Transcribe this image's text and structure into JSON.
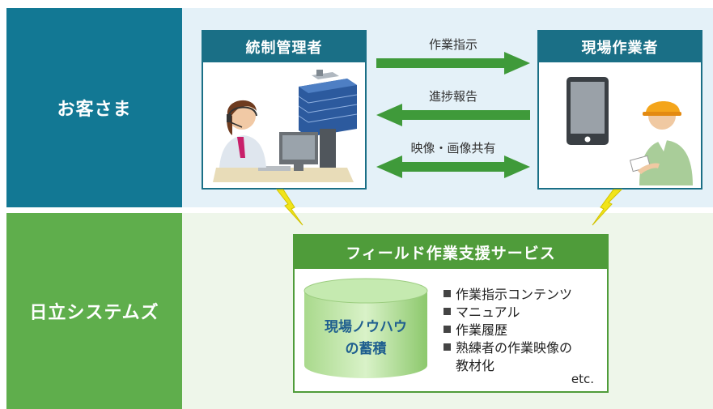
{
  "customer_band": {
    "label": "お客さま"
  },
  "hitachi_band": {
    "label": "日立システムズ"
  },
  "manager_box": {
    "title": "統制管理者"
  },
  "worker_box": {
    "title": "現場作業者"
  },
  "arrows": {
    "instruction": "作業指示",
    "progress": "進捗報告",
    "sharing": "映像・画像共有"
  },
  "service": {
    "title": "フィールド作業支援サービス",
    "cylinder_line1": "現場ノウハウ",
    "cylinder_line2": "の蓄積",
    "items": [
      "作業指示コンテンツ",
      "マニュアル",
      "作業履歴",
      "熟練者の作業映像の"
    ],
    "item4_cont": "教材化",
    "etc": "etc."
  },
  "colors": {
    "teal": "#127894",
    "teal_dark": "#1a6f86",
    "green_band": "#5fae4c",
    "green_dark": "#4f9c3a",
    "arrow_green": "#3f9a3a",
    "lightning": "#f1e41a"
  }
}
